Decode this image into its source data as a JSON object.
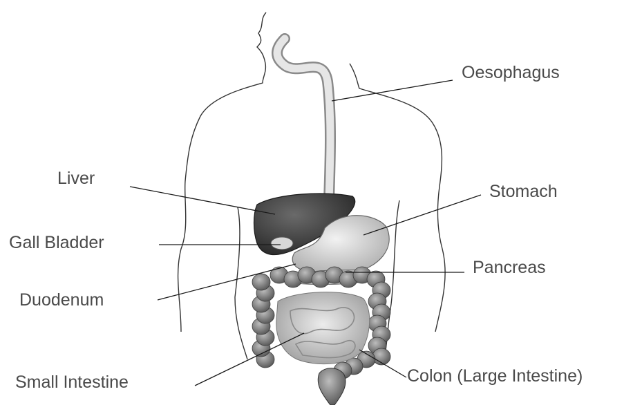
{
  "diagram": {
    "labels": {
      "oesophagus": "Oesophagus",
      "liver": "Liver",
      "stomach": "Stomach",
      "gall_bladder": "Gall Bladder",
      "pancreas": "Pancreas",
      "duodenum": "Duodenum",
      "small_intestine": "Small Intestine",
      "colon": "Colon (Large Intestine)"
    }
  }
}
